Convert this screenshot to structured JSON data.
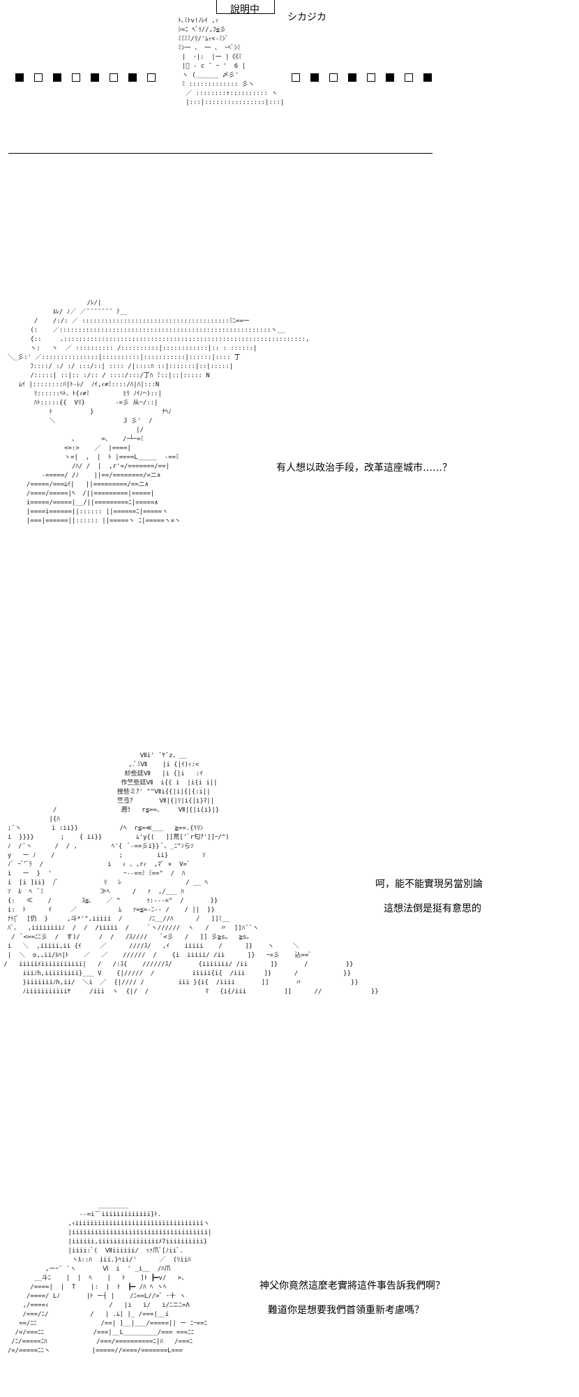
{
  "header": {
    "box_label": "說明中",
    "sound_effect": "シカジカ"
  },
  "divider_left": [
    "filled",
    "hollow",
    "filled",
    "hollow",
    "filled",
    "hollow",
    "filled",
    "hollow"
  ],
  "divider_right": [
    "hollow",
    "filled",
    "hollow",
    "filled",
    "hollow",
    "filled",
    "hollow",
    "filled"
  ],
  "aa_top": " ﾄ､ﾐﾄv!ﾉﾚｲ ,ｨ\n ｼ=ﾆ ﾍﾞﾘ//,ﾌ≦彡\n ﾐﾐﾐﾐ/ﾘ/'ﾑｨ<-ﾐｼﾞ\n ﾐｼ一 、 一 、 ｰﾍﾞｼﾐ\n  |  ･|:  |一 |《《ﾐ\n  |ﾞ - c ¯ ｰ '  6 |\n  ヽ (______ 〆彡'\n  ﾐ ::::::::::::: 彡ヽ\n   ／ ::::::::↑:::::::::: ヽ\n   |:::|::::::::::::::::|:::|",
  "aa_panel2": "                       /ﾚ/|\n              ﾙﾚ/ ﾉ／ ／¯¯¯¯¯¯¯ ﾃ__\n         /    /:/: ／ :::::::::::::::::::::::::::::::::::::::ﾐﾆ==一\n        (:    ／::::::::::::::::::::::::::::::::::::::::::::::::::::::::ヽ__\n        {::     ､::::::::::::::::::::::::::::::::::::::::::::::::::::::::::::::::,\n        ヽ:   ヽ  ／ :::::::::: /::::::::::|::::::::::::|:: : ::::::|\n  ＼_彡:' ／:::::::::::::::|::::::::::|:::::::::::|::::::|:::: ̄丁\n        ﾌ::::/ :/ :/ :::/::| :::: /|::::ﾊ ::|:::::::|::|:::::|\n        /:::::| ::|:: :/:: / ::::/:::/丁ﾊ ̄:::|::|::::: N\n     ﾑｲ |::::::::ﾊ|ﾄ-ﾚ/  ﾉｲ,ｨ≠ﾐ::::/ﾊ|ﾊ|:::N\n         ﾘ::::::ﾍﾄ、ﾄ{ｨ≠ﾐ         ﾋﾘ ﾉｲﾉ⌒)::|\n         ﾊﾄ:::::{{  Vﾘ}        -=彡 从⌒/::|\n             ﾄ          }                  ﾅﾍﾉ\n             ＼                  J 彡'  /\n                                    |/\n                   ､       =、   /ｰ┴ｰ=ﾐ\n                 <=:>    ／  |====|\n                 ヽ=|  ,  |  ﾄ |====L_____  -==ﾐ\n                   /ﾊ/ /  |  ,r'=/=======/==|\n           -=====/ /ﾉ    ||==/========/=ニ∧\n       /=====/===ﾑｲ|   ||=========/==ニ∧\n       /====/=====|ﾍ  /||=========|=====|\n       i=====/=====|__/||=========ﾆ|=====∧\n       |====i======||:::::: ||======ﾆ|=====ヽ\n       |===|======||:::::: ||=====ヽ ﾆ|=====ヽ=ヽ",
  "aa_panel3": "                                     Ⅶi' ¯ﾔ¯z、__\n                                  ,.ﾞﾐⅦ    |i {|ｲ)ｨ:<\n                                 紗些廷Ⅶ   |i {|i   :ｲ\n                                作竺些廷Ⅶ  i{{ i  |i{i i||\n                               挫些ミｱ' \"\"Ⅶi{{|i|{|{:i||\n                               竺弖ｱ       Ⅶ|{|ﾘ|i{|i}ﾏ||\n              /                 遡ﾗ   r≦==、    Ⅶ|{|i{i}|}\n             |{ﾊ\n  ;¯ヽ        i :ii}}           /ﾍ  r≦=≪___   ≧==.{ﾘﾘﾝ\n  i  }}}}       ;    { ii}}         ﾑ'y{(   ]]荒['ﾞr匂ｱ']]ｰ/^)\n  ﾉ  /¯ヽ      /  / ,         ﾍ'{  ﾞ-==彡i}} ﾞ、_ﾆ\"ﾝらｿ\n  y   ー ﾉ    /                 ;         ii}         ｿ\n  ﾉﾞ ｰﾞ'ﾞﾗ  /                 i   ｨ 、,rｨ  ,ﾏﾞ ×  V=ﾞ\n  i   ー  }  '                   ｰ--==ﾐ ﾐ==\"  /  ﾊ\n  i  [i ]ii}  /ﾞ            ﾘ   ﾚ                 / __ ﾍ\n  ｿ  ﾙ  ﾍ  ﾞﾐ               ≫ﾍ      /   ｧ  ,/___ ﾊ\n  {:   ≪    /        ｽ≦、   ／ ^       ｩ:---=\"  /       }}\n  i:  ﾄ      ｲ     ／           ﾑ   ｧ=≦=-ﾆ-- /    / ||  }}\n  ﾅﾄ[ﾞ  [仍  }     ,斗*'\",iiiii  /       ﾉﾆ__//ﾊ      /   ]]ﾐ__\n  ﾊﾞ、  ,iiiiiiiiﾉ  /  /  /iiiii  /     ﾞヽ//////  ヽ   /   〃  ]]ﾊ¯¯ヽ\n   /  ﾞ<==ﾆﾆ彡  /  す)/     /  /   /ｽ////    ﾞ<彡   /   ]] 彡≧s。  ≧s。\n  i   ＼  ,iiiii,ii {ｲ     ／      ////ｽ/   ,ｲ    iiiii    /      ]}    ヽ     ＼\n  |  ＼  o,,ii/ﾙﾍ|ﾄ    ／   ／    //////  /    {i  iiiii/ /ii      ]}   ｰ=彡    込==ﾞ\n /   iiiiiﾒiiiiiiiiiii|   /   /:ｽ{    //////ｽ/       {iiiiiii/ /ii      ]}       /          }}\n      iiiﾉh,iiiiiiiii}___ V    {|/////  /          iiiii{i{  /iii     ]}      /            }}\n      }iiiiiiiﾉh,ii/  ＼i  ／  {|//// /         iii }{i{  /iiii       ]]       〃             }}\n      ﾉiiiiiiiiiiiﾔ     /iii  ヽ  {|/  /               ﾏ   {i{/iii          ]]      //             }}",
  "aa_panel4": "                          ________\n                     --=i¯ﾞiiiiiiiiiiiii}ﾄ.\n                  ,ｨiiiiiiiiiiiiiiiiiiiiiiiiiiiiiiiiiiヽ\n                  |iiiiiiiiiiiiiiiiiiiiiiiiiiiiiiiiiiii|\n                  |iiiiii,iiiiiiiiiiiiiiiiﾒ7iiiiiiiiii}\n                  |iiii:ﾞ(  Ⅶiiiiii/  ｯｧ爪ﾞ[ﾉiiﾞ.\n                   ヽﾙ::ﾊ  iii.}ﾍii/'      ／  (ﾘiiﾊ\n            ,ーｰ¯ ¯ヽ       Ⅵ  i  ' _i__  /ﾊ爪\n         __斗ﾆ    |  |  ﾍ    |   ﾄ    ]ﾄ ┣━v/   >、\n        /====|  |  T    |:  |  ﾄ  ┣━ /ﾊ ﾍ ヽﾍ\n       /====/ Lﾉ       |ﾄ ー┤ |    /ﾆ==L//>ﾞ ･十 ヽ\n      ,/====ｨ                /   |i   i/   i/ﾆニﾆ=Λ\n      /===/ﾆ/           /   | .ﾑ| |_ /===|__i\n     ==/ﾆﾆ                 /==| ]__|___/=====|| ー ﾆｰ==ﾆ\n    /=/===ﾆﾆ             /===|__L_________/=== ===ﾆﾆ\n   /ﾆ/=====ﾆﾊ             /===/==========ﾆ|ﾊ   /===ﾆ\n  /=/=====ﾆﾆヽ           |=====//====/=======L===",
  "dialogue_panel2": [
    "有人想以政治手段，改革這座城市……？"
  ],
  "dialogue_panel3": [
    "呵，能不能實現另當別論",
    "這想法倒是挺有意思的"
  ],
  "dialogue_panel4": [
    "神父你竟然這麼老實將這件事告訴我們啊？",
    "難道你是想要我們首領重新考慮嗎？"
  ]
}
